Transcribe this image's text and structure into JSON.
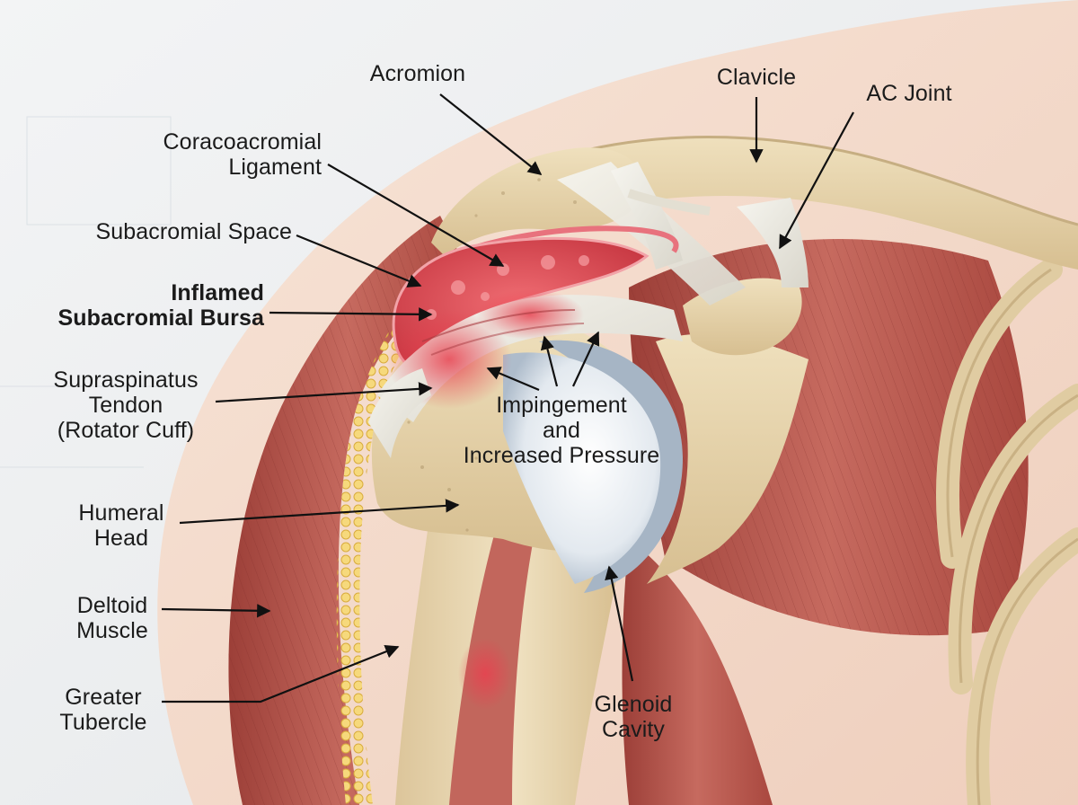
{
  "labels": {
    "acromion": "Acromion",
    "clavicle": "Clavicle",
    "ac_joint": "AC Joint",
    "coracoacromial": [
      "Coracoacromial",
      "Ligament"
    ],
    "subacromial_space": "Subacromial Space",
    "inflamed_bursa": [
      "Inflamed",
      "Subacromial Bursa"
    ],
    "supraspinatus": [
      "Supraspinatus",
      "Tendon",
      "(Rotator Cuff)"
    ],
    "impingement": [
      "Impingement",
      "and",
      "Increased Pressure"
    ],
    "humeral_head": [
      "Humeral",
      "Head"
    ],
    "deltoid": [
      "Deltoid",
      "Muscle"
    ],
    "greater_tubercle": [
      "Greater",
      "Tubercle"
    ],
    "glenoid": [
      "Glenoid",
      "Cavity"
    ]
  },
  "colors": {
    "background": "#eef0f1",
    "skin": "#f4dccd",
    "bone": "#e6d2a8",
    "muscle": "#b8584f",
    "inflamed": "#e0505a",
    "cartilage": "#dfe6ee",
    "fat": "#f1cf6a",
    "ligament": "#efefea",
    "text": "#1b1b1b"
  }
}
